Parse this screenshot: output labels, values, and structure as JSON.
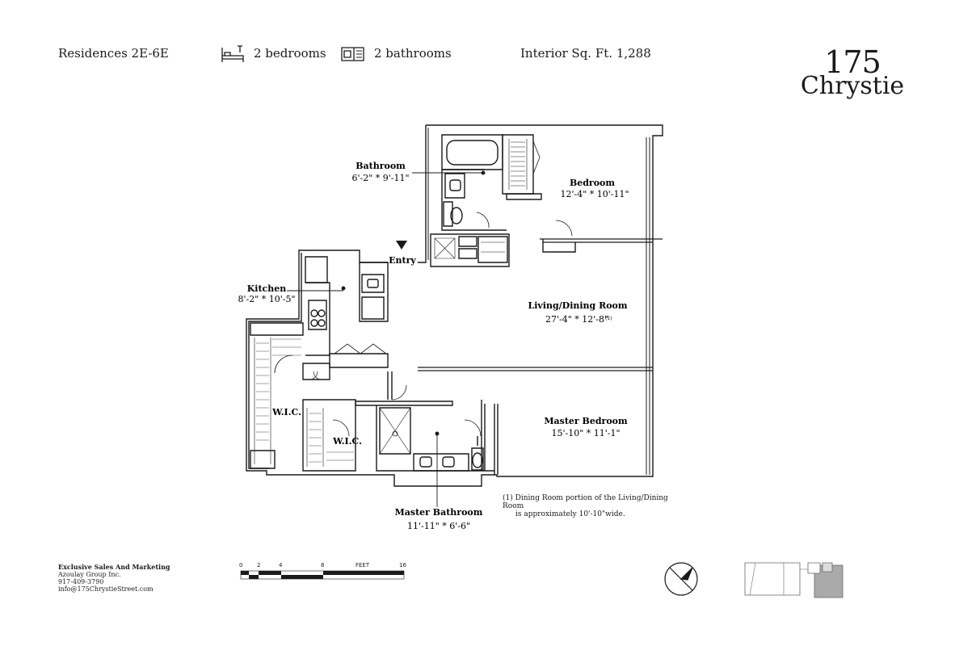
{
  "header": {
    "residence": "Residences 2E-6E",
    "bedrooms": "2 bedrooms",
    "bathrooms": "2 bathrooms",
    "interior": "Interior Sq. Ft.  1,288"
  },
  "logo": {
    "number": "175",
    "name": "Chrystie"
  },
  "rooms": {
    "bathroom": {
      "name": "Bathroom",
      "dim": "6'-2\" * 9'-11\""
    },
    "bedroom": {
      "name": "Bedroom",
      "dim": "12'-4\" * 10'-11\""
    },
    "kitchen": {
      "name": "Kitchen",
      "dim": "8'-2\" * 10'-5\""
    },
    "living": {
      "name": "Living/Dining Room",
      "dim": "27'-4\" * 12'-8\"",
      "footnote_marker": "(1)"
    },
    "master_bedroom": {
      "name": "Master Bedroom",
      "dim": "15'-10\" * 11'-1\""
    },
    "master_bathroom": {
      "name": "Master Bathroom",
      "dim": "11'-11\" * 6'-6\""
    },
    "wic1": {
      "name": "W.I.C."
    },
    "wic2": {
      "name": "W.I.C."
    },
    "entry": {
      "name": "Entry"
    }
  },
  "note": {
    "marker": "(1)",
    "line1": "Dining Room portion of the Living/Dining Room",
    "line2": "is approximately 10'-10\"wide."
  },
  "contact": {
    "line1": "Exclusive Sales And Marketing",
    "line2": "Azoulay Group Inc.",
    "line3": "917-409-3790",
    "line4": "info@175ChrystieStreet.com"
  },
  "scale": {
    "t0": "0",
    "t2": "2",
    "t4": "4",
    "t8": "8",
    "unit": "FEET",
    "t16": "16"
  },
  "icons": {
    "bed": "bed-icon",
    "bath": "bathtub-icon",
    "compass": "north-compass-icon",
    "keyplan": "key-plan-thumbnail"
  }
}
